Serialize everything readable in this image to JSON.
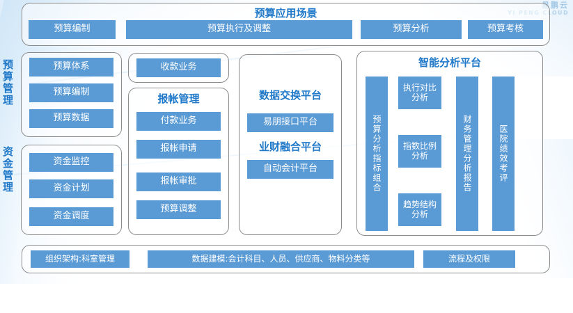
{
  "watermark": {
    "cn": "易鹏云",
    "en": "YI PENG CLOUD"
  },
  "top_panel": {
    "title": "预算应用场景",
    "items": [
      {
        "label": "预算编制"
      },
      {
        "label": "预算执行及调整"
      },
      {
        "label": "预算分析"
      },
      {
        "label": "预算考核"
      }
    ]
  },
  "side_labels": [
    {
      "label": "预算管理"
    },
    {
      "label": "资金管理"
    }
  ],
  "budget_panel": {
    "items": [
      {
        "label": "预算体系"
      },
      {
        "label": "预算编制"
      },
      {
        "label": "预算数据"
      }
    ]
  },
  "fund_panel": {
    "items": [
      {
        "label": "资金监控"
      },
      {
        "label": "资金计划"
      },
      {
        "label": "资金调度"
      }
    ]
  },
  "receipt_panel": {
    "items": [
      {
        "label": "收款业务"
      }
    ]
  },
  "reimbursement_panel": {
    "title": "报帐管理",
    "items": [
      {
        "label": "付款业务"
      },
      {
        "label": "报帐申请"
      },
      {
        "label": "报帐审批"
      },
      {
        "label": "预算调整"
      }
    ]
  },
  "exchange_panel": {
    "heading1": "数据交换平台",
    "item1": "易朋接口平台",
    "heading2": "业财融合平台",
    "item2": "自动会计平台"
  },
  "analysis_panel": {
    "title": "智能分析平台",
    "left_bar": "预算分析指标组合",
    "middle_items": [
      {
        "label": "执行对比分析"
      },
      {
        "label": "指数比例分析"
      },
      {
        "label": "趋势结构分析"
      }
    ],
    "right_bars": [
      {
        "label": "财务管理分析报告"
      },
      {
        "label": "医院绩效考评"
      }
    ]
  },
  "bottom_panel": {
    "items": [
      {
        "label": "组织架构:科室管理"
      },
      {
        "label": "数据建模:会计科目、人员、供应商、物料分类等"
      },
      {
        "label": "流程及权限"
      }
    ]
  },
  "colors": {
    "chip_blue": "#5B9BD5",
    "title_blue": "#1F78C8",
    "panel_border": "#8C8C8C"
  }
}
